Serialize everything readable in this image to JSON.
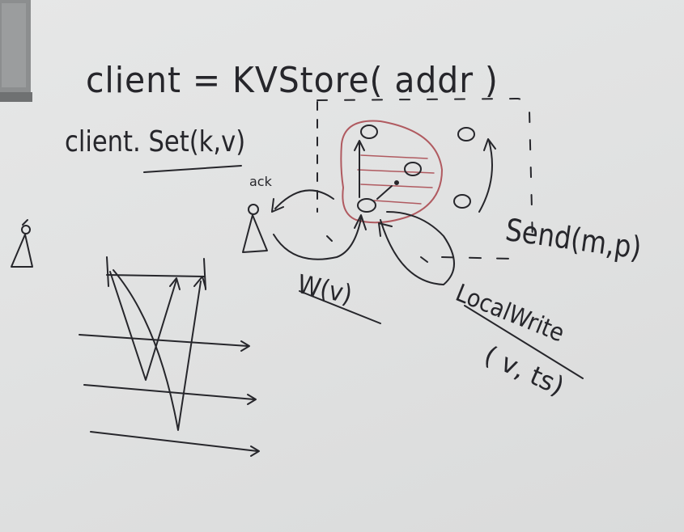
{
  "whiteboard": {
    "client_line": "client = KVStore( addr )",
    "set_line": "client. Set(k,v)",
    "ack": "ack",
    "send": "Send(m,p)",
    "write_v": "W(v)",
    "local_write": "LocalWrite",
    "local_write_args": "( v, ts)"
  },
  "colors": {
    "board": "#e1e2e2",
    "ink": "#26262b",
    "red_marker": "#b05a60",
    "eraser": "#8c8e8f"
  }
}
